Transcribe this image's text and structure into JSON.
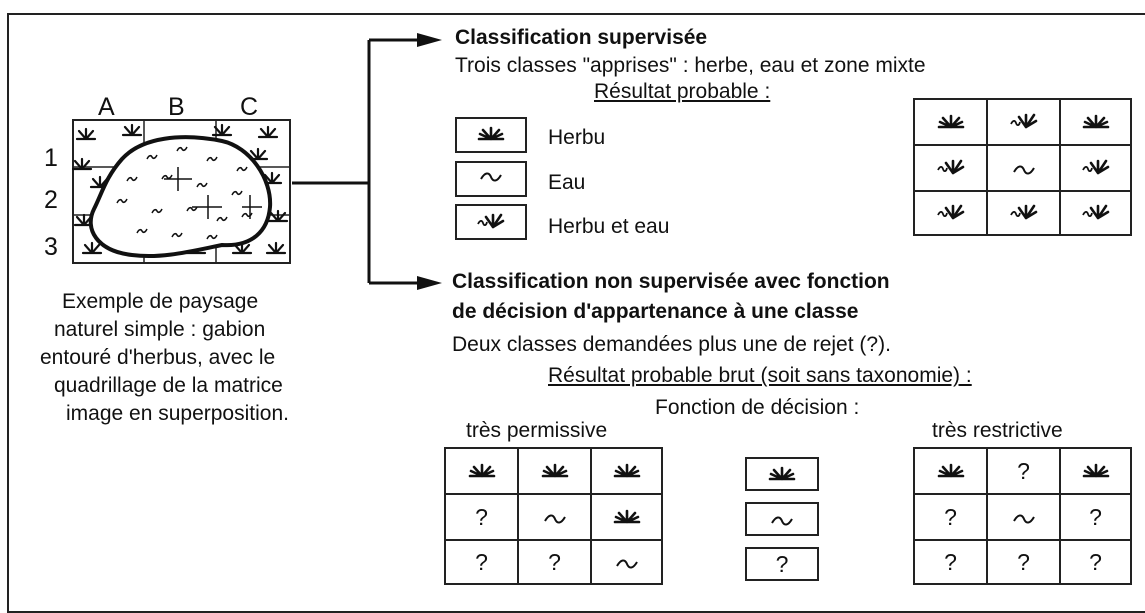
{
  "map": {
    "col_labels": [
      "A",
      "B",
      "C"
    ],
    "row_labels": [
      "1",
      "2",
      "3"
    ],
    "caption": [
      "Exemple de paysage",
      "naturel simple : gabion",
      "entouré d'herbus, avec le",
      "quadrillage de la matrice",
      "image en superposition."
    ]
  },
  "supervised": {
    "title": "Classification supervisée",
    "subtitle": "Trois classes \"apprises\" : herbe, eau et zone mixte",
    "result_label": "Résultat probable :",
    "legend": [
      {
        "icon": "grass-icon",
        "label": "Herbu"
      },
      {
        "icon": "water-icon",
        "label": "Eau"
      },
      {
        "icon": "grass-water-icon",
        "label": "Herbu et eau"
      }
    ],
    "grid": [
      [
        "grass-icon",
        "grass-water-icon",
        "grass-icon"
      ],
      [
        "grass-water-icon",
        "water-icon",
        "grass-water-icon"
      ],
      [
        "grass-water-icon",
        "grass-water-icon",
        "grass-water-icon"
      ]
    ]
  },
  "unsupervised": {
    "title_line1": "Classification non supervisée avec fonction",
    "title_line2": "de décision d'appartenance à une classe",
    "subtitle": "Deux classes demandées plus une de rejet (?).",
    "result_label": "Résultat probable brut (soit sans taxonomie) :",
    "decision_label": "Fonction de décision :",
    "permissive_label": "très permissive",
    "restrictive_label": "très restrictive",
    "permissive_grid": [
      [
        "grass-icon",
        "grass-icon",
        "grass-icon"
      ],
      [
        "?",
        "water-icon",
        "grass-icon"
      ],
      [
        "?",
        "?",
        "water-icon"
      ]
    ],
    "middle_legend": [
      "grass-icon",
      "water-icon",
      "?"
    ],
    "restrictive_grid": [
      [
        "grass-icon",
        "?",
        "grass-icon"
      ],
      [
        "?",
        "water-icon",
        "?"
      ],
      [
        "?",
        "?",
        "?"
      ]
    ]
  }
}
